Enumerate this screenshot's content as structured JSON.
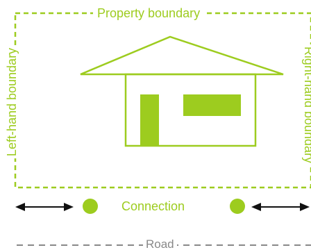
{
  "diagram": {
    "top_label": "Property boundary",
    "left_label": "Left-hand boundary",
    "right_label": "Right-hand boundary",
    "connection_label": "Connection",
    "road_label": "Road"
  },
  "colors": {
    "accent": "#9dcc1f",
    "road": "#888888",
    "arrow": "#111111"
  },
  "icons": {
    "house": "house-icon",
    "connection_points": "dot-icon",
    "arrows": "double-arrow-icon"
  }
}
